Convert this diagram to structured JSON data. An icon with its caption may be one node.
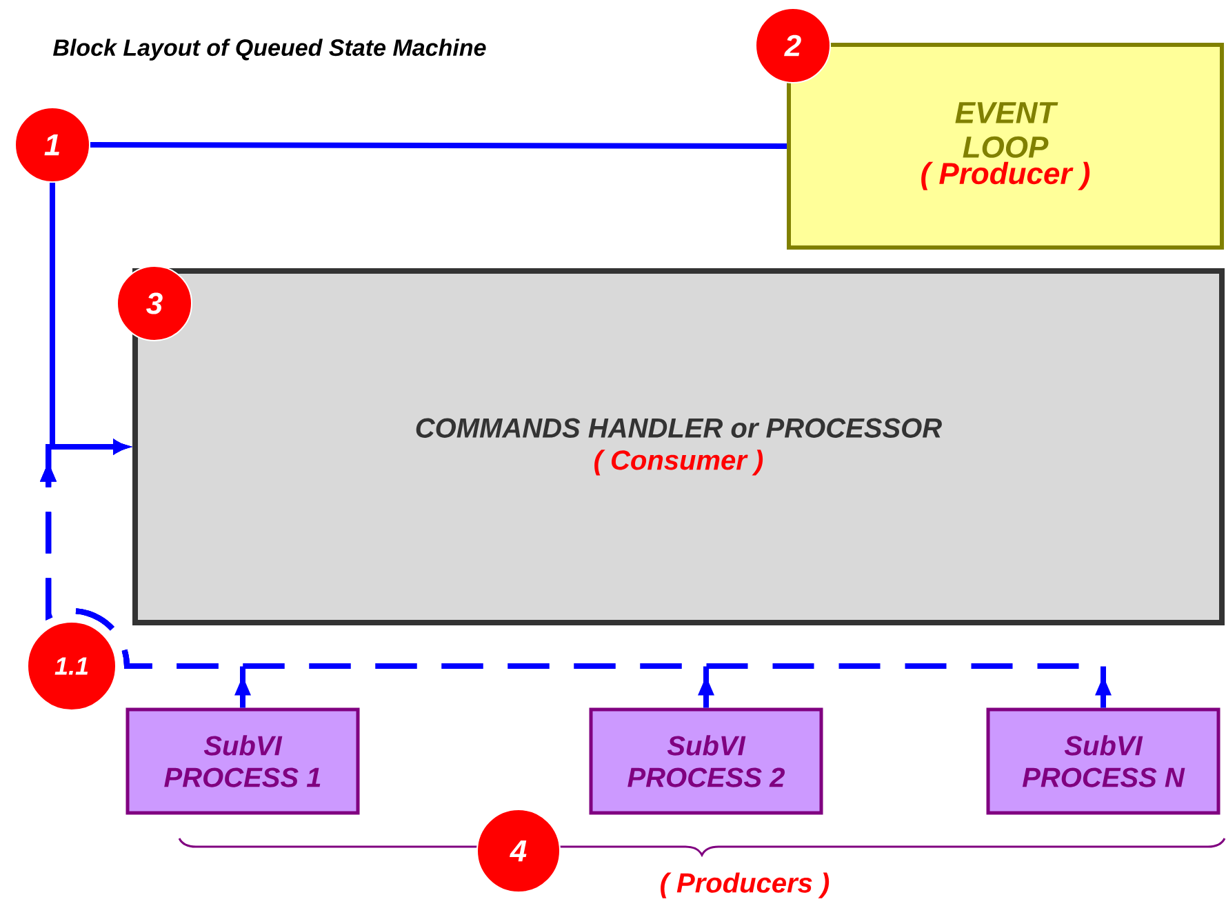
{
  "diagram": {
    "title": "Block Layout of Queued State Machine",
    "nodes": [
      {
        "text": [
          "2"
        ]
      },
      {
        "text": [
          "EVENT LOOP",
          "( Producer )"
        ]
      },
      {
        "text": [
          "1"
        ]
      },
      {
        "text": [
          "3"
        ]
      },
      {
        "text": [
          "COMMANDS HANDLER or PROCESSOR",
          "( Consumer )"
        ]
      },
      {
        "text": [
          "1.1"
        ]
      },
      {
        "text": [
          "SubVI PROCESS 1"
        ]
      },
      {
        "text": [
          "SubVI PROCESS 2"
        ]
      },
      {
        "text": [
          "SubVI PROCESS N"
        ]
      },
      {
        "text": [
          "4"
        ]
      }
    ],
    "edges": [
      {
        "from": 1,
        "to": 2,
        "arrow": "none"
      },
      {
        "from": 2,
        "to": 4,
        "arrow": "to"
      },
      {
        "from": 6,
        "to": 4,
        "arrow": "to",
        "style": "dashed"
      },
      {
        "from": 7,
        "to": 4,
        "arrow": "to",
        "style": "dashed"
      },
      {
        "from": 8,
        "to": 4,
        "arrow": "to",
        "style": "dashed"
      }
    ],
    "labels": [
      "( Producers )"
    ]
  }
}
